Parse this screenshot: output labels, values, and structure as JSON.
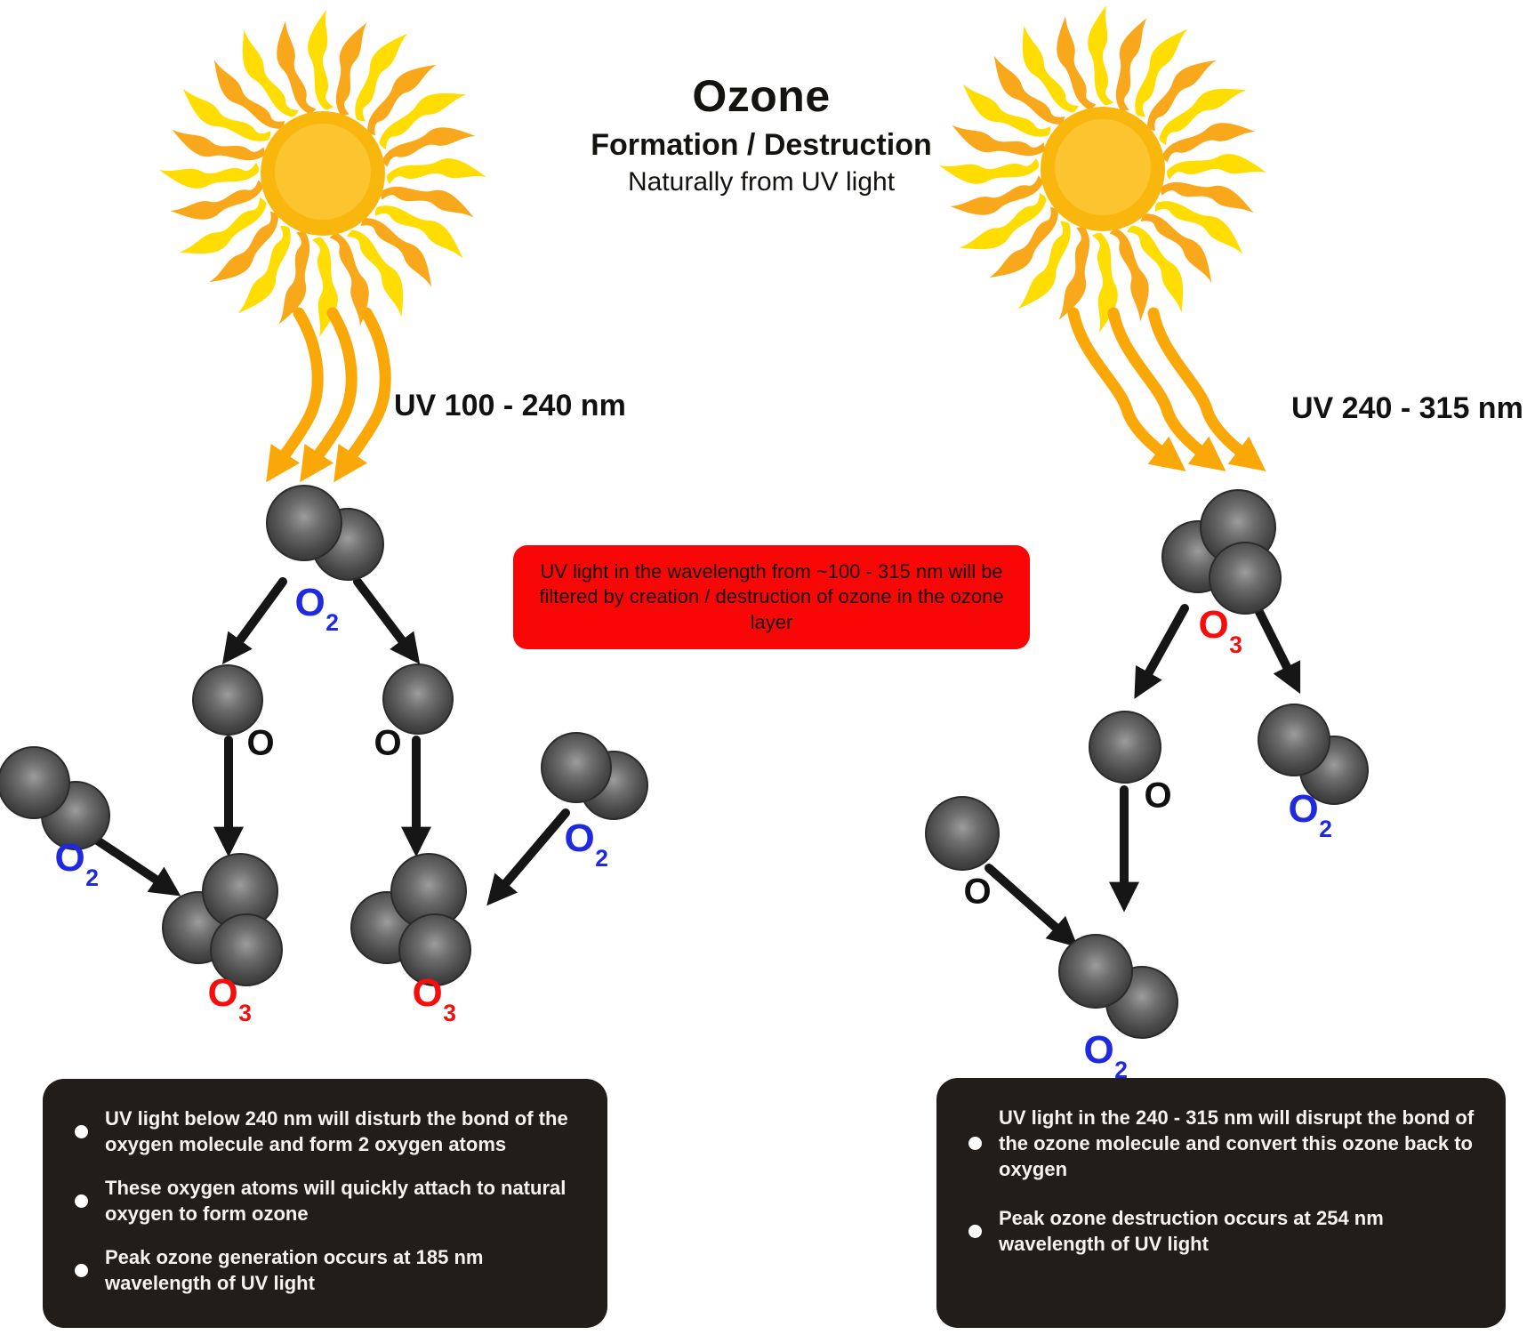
{
  "title": {
    "heading": "Ozone",
    "subheading": "Formation / Destruction",
    "tagline": "Naturally from UV light"
  },
  "uv_bands": {
    "left": "UV 100 - 240 nm",
    "right": "UV 240 - 315 nm"
  },
  "callout": {
    "text": "UV light in the wavelength from ~100 - 315 nm will be filtered by creation / destruction of ozone in the ozone layer"
  },
  "molecule_labels": {
    "o2": {
      "main": "O",
      "sub": "2"
    },
    "o3": {
      "main": "O",
      "sub": "3"
    },
    "o": {
      "main": "O",
      "sub": ""
    }
  },
  "notes_left": {
    "bullets": [
      "UV light below 240 nm will disturb the bond of the oxygen molecule and form 2 oxygen atoms",
      "These oxygen atoms will quickly attach to natural oxygen to form ozone",
      "Peak ozone generation occurs at 185 nm wavelength of UV light"
    ]
  },
  "notes_right": {
    "bullets": [
      "UV light in the 240 - 315 nm will disrupt the bond of the ozone molecule and convert this ozone back to oxygen",
      "Peak ozone destruction occurs at 254 nm wavelength of UV light"
    ]
  },
  "colors": {
    "o2_label_blue": "#1f2ae0",
    "o3_label_red": "#f80c0c",
    "callout_red": "#f90707",
    "note_box_dark": "#201d1a",
    "note_text_white": "#f5f3f0",
    "sun_gold": "#f9b60d",
    "sun_gold_light": "#fcc52f",
    "ray_yellow": "#ffdd00",
    "ray_amber": "#f9a81b",
    "uv_arrow_amber": "#f9a808",
    "reaction_arrow_black": "#161616",
    "sphere_gray_dark": "#3a3a3a",
    "sphere_gray_light": "#999999"
  }
}
